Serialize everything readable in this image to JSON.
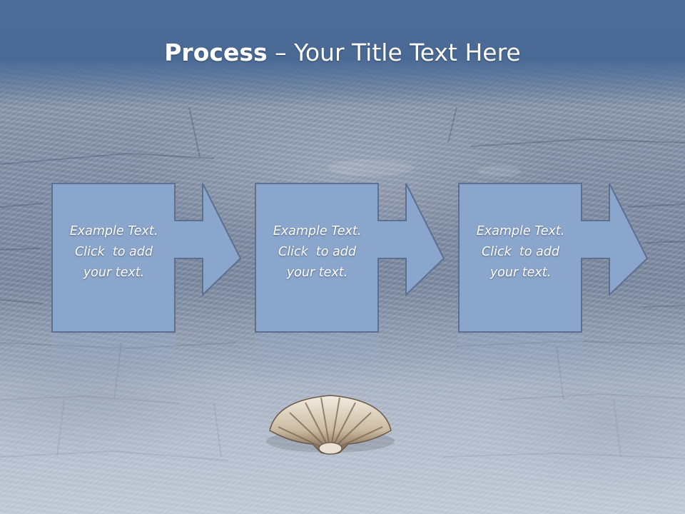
{
  "slide": {
    "title_bold": "Process",
    "title_rest": " – Your Title Text Here"
  },
  "steps": [
    {
      "line1": "Example Text.",
      "line2": "Click  to add",
      "line3": "your text."
    },
    {
      "line1": "Example Text.",
      "line2": "Click  to add",
      "line3": "your text."
    },
    {
      "line1": "Example Text.",
      "line2": "Click  to add",
      "line3": "your text."
    }
  ],
  "colors": {
    "title_band": "#4a6a96",
    "step_fill": "#8ba6cc",
    "step_stroke": "#5c7091",
    "text": "#ffffff"
  },
  "decorations": {
    "background": "cobblestone-photo",
    "shell": "scallop-shell-icon"
  }
}
